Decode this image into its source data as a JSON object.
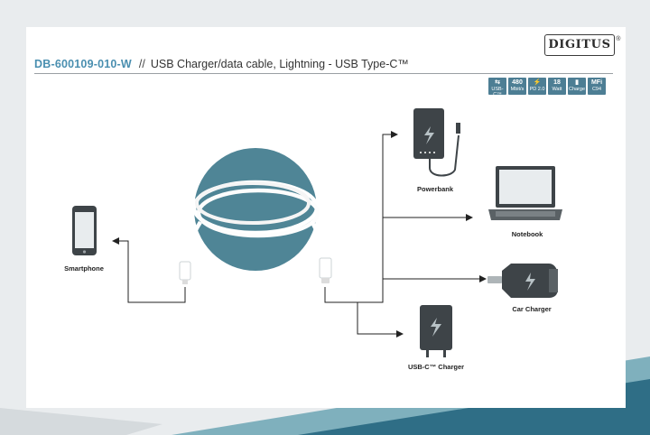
{
  "brand": {
    "logo_text": "DIGITUS",
    "registered": "®"
  },
  "header": {
    "product_code": "DB-600109-010-W",
    "separator": "//",
    "description": "USB Charger/data cable, Lightning - USB Type-C™"
  },
  "badges": [
    {
      "icon": "usb-c-icon",
      "line1": "",
      "line2": "USB-C™"
    },
    {
      "icon": "speed-icon",
      "line1": "480",
      "line2": "Mbit/s"
    },
    {
      "icon": "power-delivery-icon",
      "line1": "PD 2.0",
      "line2": ""
    },
    {
      "icon": "watt-icon",
      "line1": "18",
      "line2": "Watt"
    },
    {
      "icon": "lightning-icon",
      "line1": "",
      "line2": "Charge"
    },
    {
      "icon": "mfi-icon",
      "line1": "MFi",
      "line2": "C94"
    }
  ],
  "devices": {
    "smartphone": "Smartphone",
    "powerbank": "Powerbank",
    "notebook": "Notebook",
    "car_charger": "Car Charger",
    "usb_c_charger": "USB-C™ Charger"
  },
  "colors": {
    "accent": "#4a8fb0",
    "teal_circle": "#4f8596",
    "badge": "#4d7e94",
    "device_dark": "#3e4448",
    "line": "#222222"
  }
}
